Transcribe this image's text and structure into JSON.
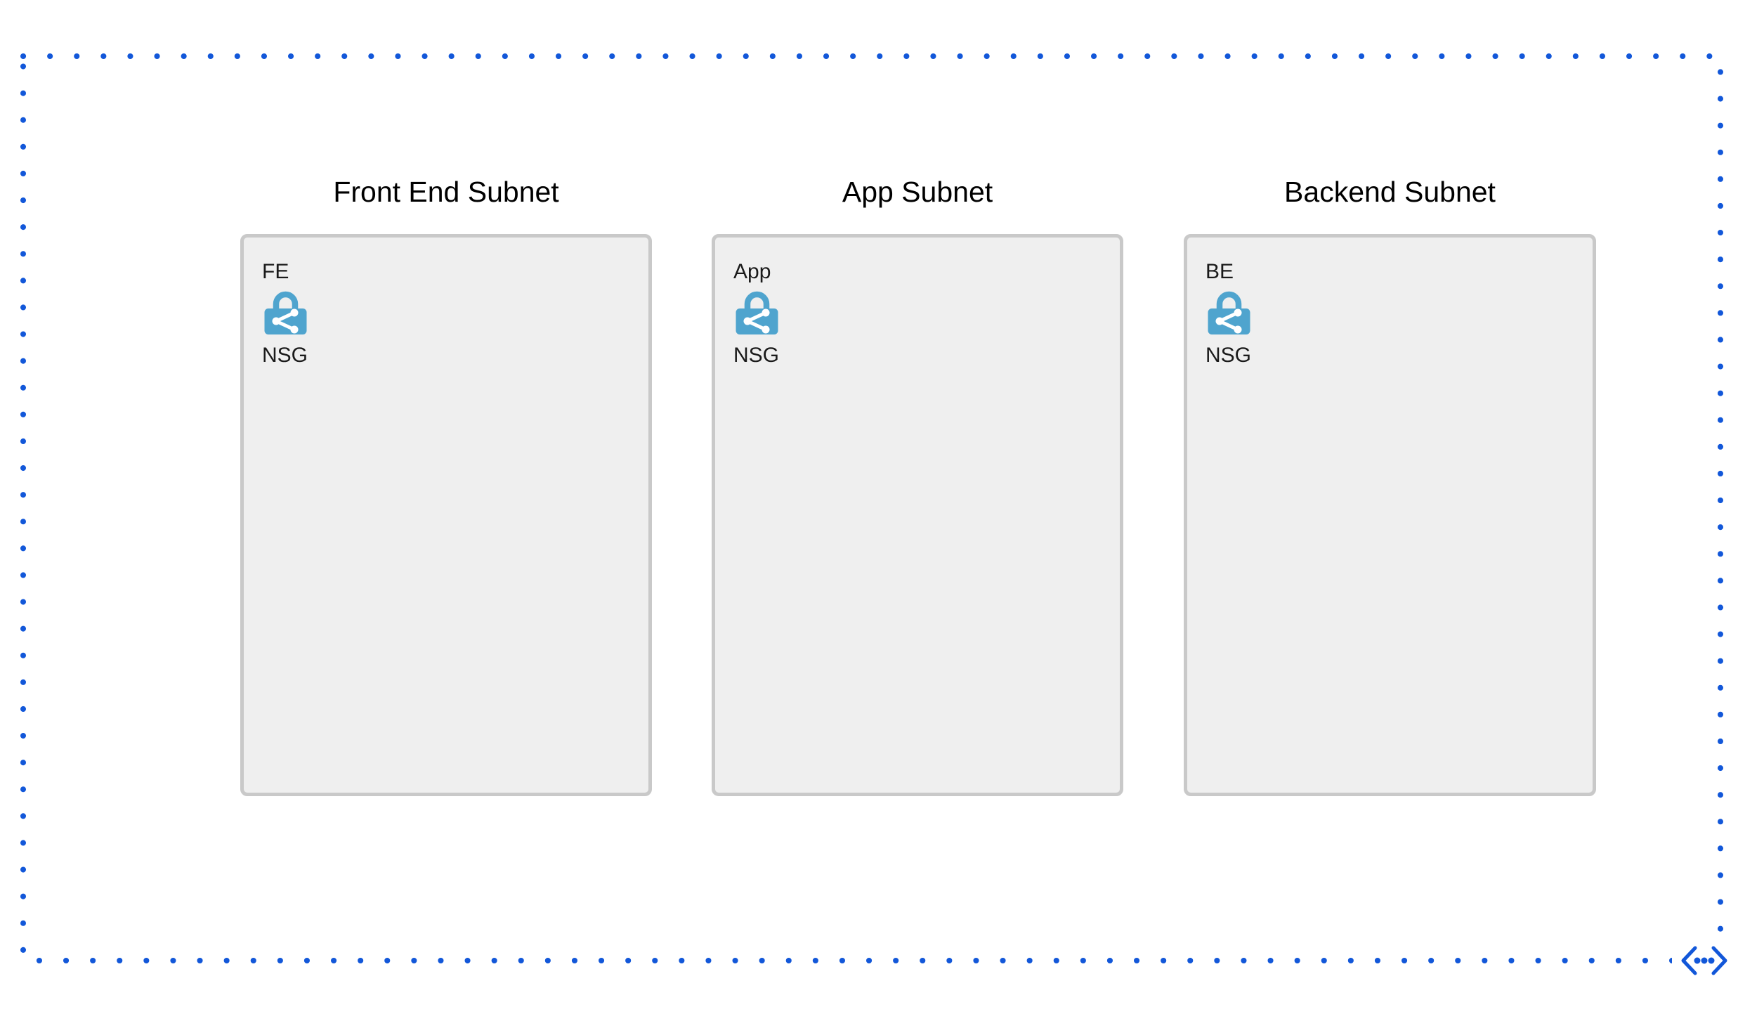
{
  "vnet": {
    "name": "virtual-network-boundary",
    "border_style": "dotted",
    "border_color": "#1257D9",
    "corner_icon": "virtual-network-icon"
  },
  "subnets": [
    {
      "title": "Front End Subnet",
      "box_label": "FE",
      "nsg_label": "NSG",
      "nsg_icon": "nsg-lock-icon"
    },
    {
      "title": "App Subnet",
      "box_label": "App",
      "nsg_label": "NSG",
      "nsg_icon": "nsg-lock-icon"
    },
    {
      "title": "Backend Subnet",
      "box_label": "BE",
      "nsg_label": "NSG",
      "nsg_icon": "nsg-lock-icon"
    }
  ],
  "colors": {
    "vnet_border_blue": "#1257D9",
    "nsg_icon_blue": "#4FA4CE",
    "subnet_box_fill": "#EFEFEF",
    "subnet_box_border": "#C9C9C9",
    "text_black": "#000000"
  }
}
